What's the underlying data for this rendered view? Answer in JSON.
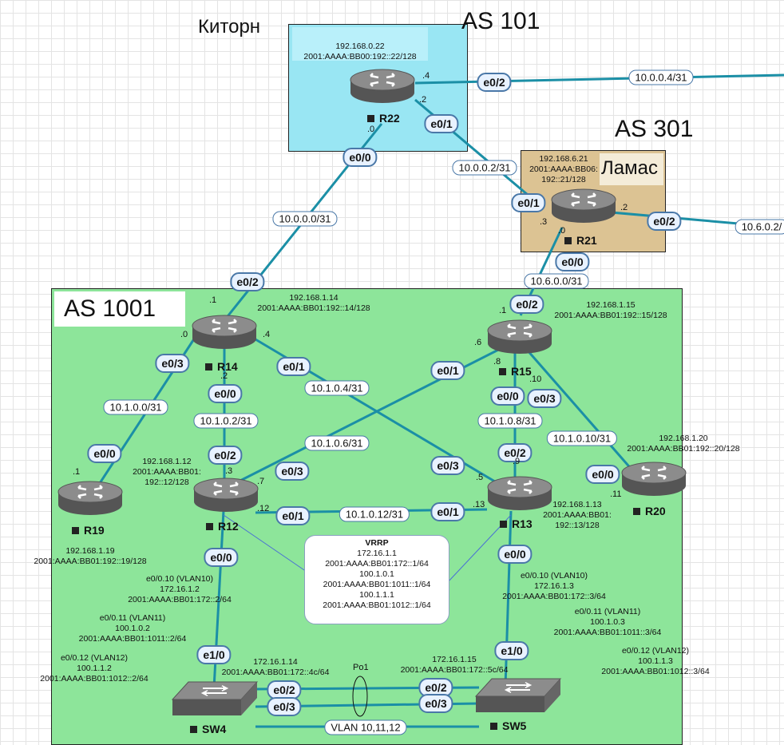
{
  "areas": {
    "kitorn": {
      "title": "Киторн",
      "as": "AS 101"
    },
    "lamas": {
      "title": "Ламас",
      "as": "AS 301"
    },
    "main": {
      "as": "AS 1001"
    }
  },
  "routers": {
    "r22": {
      "name": "R22",
      "ipv4": "192.168.0.22",
      "ipv6": "2001:AAAA:BB00:192::22/128"
    },
    "r21": {
      "name": "R21",
      "ipv4": "192.168.6.21",
      "ipv6_a": "2001:AAAA:BB06:",
      "ipv6_b": "192::21/128"
    },
    "r14": {
      "name": "R14",
      "ipv4": "192.168.1.14",
      "ipv6": "2001:AAAA:BB01:192::14/128"
    },
    "r15": {
      "name": "R15",
      "ipv4": "192.168.1.15",
      "ipv6": "2001:AAAA:BB01:192::15/128"
    },
    "r12": {
      "name": "R12",
      "ipv4": "192.168.1.12",
      "ipv6_a": "2001:AAAA:BB01:",
      "ipv6_b": "192::12/128"
    },
    "r13": {
      "name": "R13",
      "ipv4": "192.168.1.13",
      "ipv6_a": "2001:AAAA:BB01:",
      "ipv6_b": "192::13/128"
    },
    "r19": {
      "name": "R19",
      "ipv4": "192.168.1.19",
      "ipv6": "2001:AAAA:BB01:192::19/128"
    },
    "r20": {
      "name": "R20",
      "ipv4": "192.168.1.20",
      "ipv6": "2001:AAAA:BB01:192::20/128"
    }
  },
  "switches": {
    "sw4": {
      "name": "SW4",
      "ipv4": "172.16.1.14",
      "ipv6": "2001:AAAA:BB01:172::4c/64"
    },
    "sw5": {
      "name": "SW5",
      "ipv4": "172.16.1.15",
      "ipv6": "2001:AAAA:BB01:172::5c/64"
    }
  },
  "networks": {
    "n0": "10.0.0.0/31",
    "n2": "10.0.0.2/31",
    "n4": "10.0.0.4/31",
    "n62": "10.6.0.2/",
    "n60": "10.6.0.0/31",
    "m0": "10.1.0.0/31",
    "m2": "10.1.0.2/31",
    "m4": "10.1.0.4/31",
    "m6": "10.1.0.6/31",
    "m8": "10.1.0.8/31",
    "m10": "10.1.0.10/31",
    "m12": "10.1.0.12/31",
    "po1": "Po1",
    "vlan": "VLAN 10,11,12"
  },
  "ports": {
    "e02": "e0/2",
    "e01": "e0/1",
    "e00": "e0/0",
    "e03": "e0/3",
    "e10": "e1/0"
  },
  "hosts": {
    "h0": ".0",
    "h1": ".1",
    "h2": ".2",
    "h3": ".3",
    "h4": ".4",
    "h5": ".5",
    "h6": ".6",
    "h7": ".7",
    "h8": ".8",
    "h9": ".9",
    "h10": ".10",
    "h11": ".11",
    "h12": ".12",
    "h13": ".13"
  },
  "vrrp": {
    "title": "VRRP",
    "lines": [
      "172.16.1.1",
      "2001:AAAA:BB01:172::1/64",
      "100.1.0.1",
      "2001:AAAA:BB01:1011::1/64",
      "100.1.1.1",
      "2001:AAAA:BB01:1012::1/64"
    ]
  },
  "subifs": {
    "r12": [
      "e0/0.10 (VLAN10)",
      "172.16.1.2",
      "2001:AAAA:BB01:172::2/64",
      "e0/0.11 (VLAN11)",
      "100.1.0.2",
      "2001:AAAA:BB01:1011::2/64",
      "e0/0.12 (VLAN12)",
      "100.1.1.2",
      "2001:AAAA:BB01:1012::2/64"
    ],
    "r13": [
      "e0/0.10 (VLAN10)",
      "172.16.1.3",
      "2001:AAAA:BB01:172::3/64",
      "e0/0.11 (VLAN11)",
      "100.1.0.3",
      "2001:AAAA:BB01:1011::3/64",
      "e0/0.12 (VLAN12)",
      "100.1.1.3",
      "2001:AAAA:BB01:1012::3/64"
    ]
  },
  "colors": {
    "kitorn_bg": "#99e6f3",
    "lamas_bg": "#dcc393",
    "main_bg": "#8de59a",
    "link": "#1b8fa6"
  }
}
